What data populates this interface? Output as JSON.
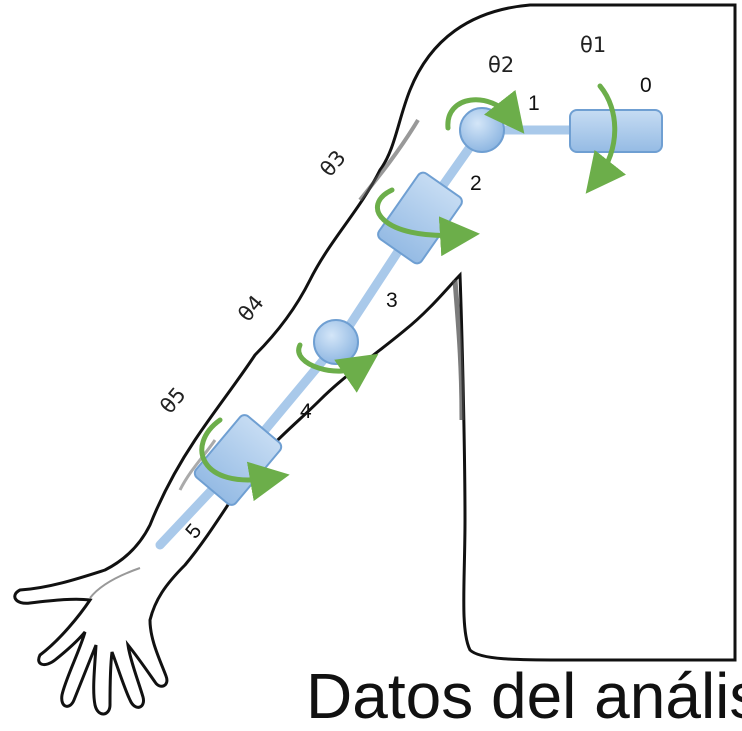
{
  "joints": {
    "frame_labels": [
      "0",
      "1",
      "2",
      "3",
      "4",
      "5"
    ],
    "angle_labels": [
      "θ1",
      "θ2",
      "θ3",
      "θ4",
      "θ5"
    ]
  },
  "colors": {
    "segment": "#a9c9ea",
    "segment_stroke": "#6f9fd2",
    "rotation_arrow": "#6cae4a",
    "outline": "#111111"
  },
  "caption": "Datos del análisis"
}
